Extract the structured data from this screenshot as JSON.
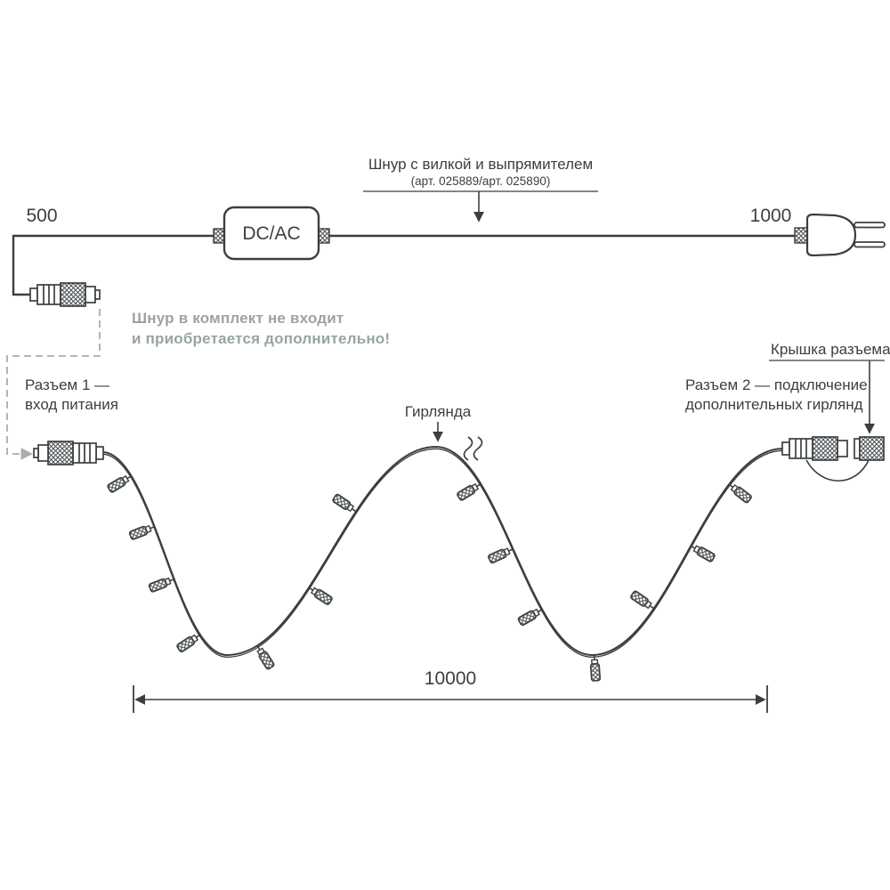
{
  "colors": {
    "ink": "#3a3f42",
    "muted": "#9aa3a4"
  },
  "power_cord": {
    "label": "Шнур с вилкой и выпрямителем",
    "article": "(арт. 025889/арт. 025890)",
    "length_left": "500",
    "length_right": "1000",
    "converter": "DC/AC"
  },
  "note": {
    "line1": "Шнур в комплект не входит",
    "line2": "и приобретается дополнительно!"
  },
  "connector1": {
    "line1": "Разъем 1 —",
    "line2": "вход питания"
  },
  "garland": {
    "label": "Гирлянда",
    "length": "10000"
  },
  "connector2": {
    "line1": "Разъем 2 — подключение",
    "line2": "дополнительных гирлянд"
  },
  "cap": {
    "label": "Крышка разъема"
  }
}
